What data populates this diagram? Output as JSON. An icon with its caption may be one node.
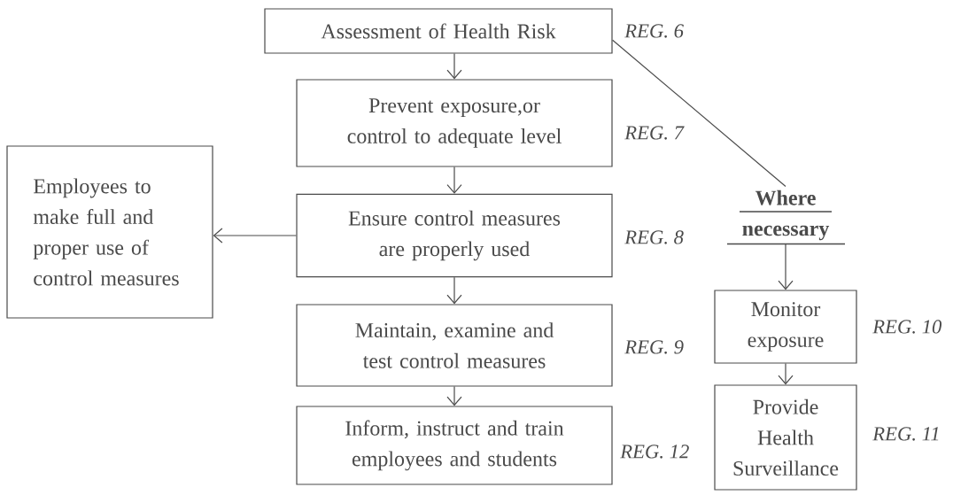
{
  "diagram": {
    "nodes": [
      {
        "text": [
          "Assessment of Health Risk"
        ],
        "beside": [
          "REG. 6"
        ]
      },
      {
        "text": [
          "Prevent exposure,or control to adequate level"
        ],
        "beside": [
          "REG. 7"
        ]
      },
      {
        "text": [
          "Employees to make full and proper use of control measures"
        ]
      },
      {
        "text": [
          "Ensure control measures are properly used"
        ],
        "beside": [
          "REG. 8"
        ]
      },
      {
        "text": [
          "Where necessary"
        ]
      },
      {
        "text": [
          "Maintain, examine and test control measures"
        ],
        "beside": [
          "REG. 9"
        ]
      },
      {
        "text": [
          "Monitor exposure"
        ],
        "beside": [
          "REG. 10"
        ]
      },
      {
        "text": [
          "Inform, instruct and train employees and students"
        ],
        "beside": [
          "REG. 12"
        ]
      },
      {
        "text": [
          "Provide Health Surveillance"
        ],
        "beside": [
          "REG. 11"
        ]
      }
    ],
    "edges": [
      {
        "from": 0,
        "to": 1,
        "arrow": "to"
      },
      {
        "from": 1,
        "to": 3,
        "arrow": "to"
      },
      {
        "from": 3,
        "to": 2,
        "arrow": "to"
      },
      {
        "from": 0,
        "to": 4,
        "arrow": "none"
      },
      {
        "from": 3,
        "to": 5,
        "arrow": "to"
      },
      {
        "from": 4,
        "to": 6,
        "arrow": "to"
      },
      {
        "from": 5,
        "to": 7,
        "arrow": "to"
      },
      {
        "from": 6,
        "to": 8,
        "arrow": "to"
      }
    ]
  }
}
